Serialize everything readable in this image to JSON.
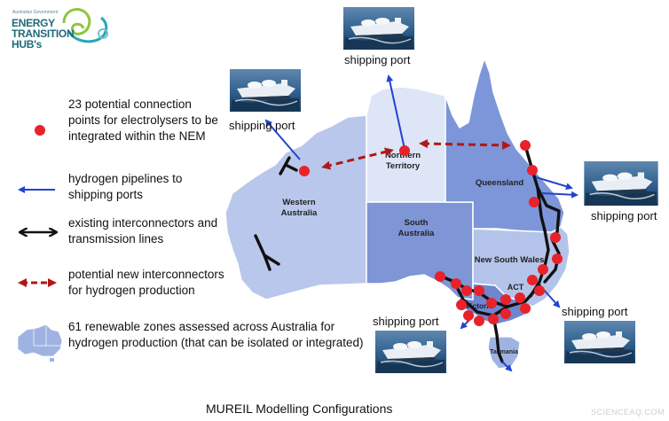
{
  "logo": {
    "small_text": "Australian Government",
    "lines": [
      "ENERGY",
      "TRANSITION",
      "HUB's"
    ]
  },
  "legend": {
    "items": [
      {
        "text": "23 potential connection points for electrolysers to be integrated within the NEM"
      },
      {
        "text": "hydrogen pipelines to shipping ports"
      },
      {
        "text": "existing interconnectors and transmission lines"
      },
      {
        "text": "potential new interconnectors for hydrogen production"
      },
      {
        "text": "61 renewable zones assessed across Australia for hydrogen production (that can be isolated or integrated)"
      }
    ]
  },
  "ports": {
    "label": "shipping port"
  },
  "states": {
    "wa": "Western Australia",
    "nt": "Northern Territory",
    "qld": "Queensland",
    "sa": "South Australia",
    "nsw": "New South Wales",
    "act": "ACT",
    "vic": "Victoria",
    "tas": "Tasmania"
  },
  "caption": "MUREIL Modelling Configurations",
  "watermark": "SCIENCEAQ.COM",
  "colors": {
    "connection_point": "#e8222a",
    "pipeline": "#2244cc",
    "interconnector": "#111111",
    "new_interconnector": "#b01818",
    "map_light": "#b8c6ea",
    "map_mid": "#8ea3dc",
    "map_dark": "#6f86cf",
    "nt_fill": "#dfe6f7"
  }
}
